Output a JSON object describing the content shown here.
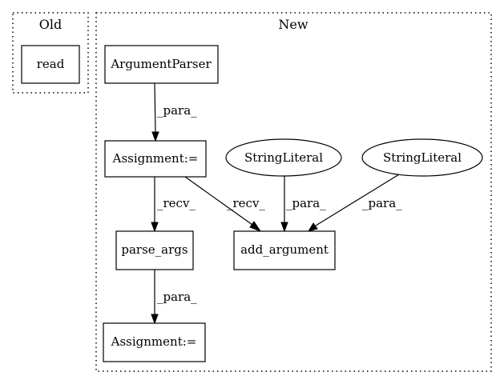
{
  "clusters": {
    "old": {
      "title": "Old"
    },
    "new": {
      "title": "New"
    }
  },
  "nodes": {
    "read": "read",
    "argument_parser": "ArgumentParser",
    "assignment_1": "Assignment:=",
    "string_literal_1": "StringLiteral",
    "string_literal_2": "StringLiteral",
    "parse_args": "parse_args",
    "add_argument": "add_argument",
    "assignment_2": "Assignment:="
  },
  "edges": {
    "argparser_to_assignment": "_para_",
    "assignment_to_parse_args": "_recv_",
    "assignment_to_add_argument": "_recv_",
    "string1_to_add_argument": "_para_",
    "string2_to_add_argument": "_para_",
    "parse_args_to_assignment": "_para_"
  }
}
